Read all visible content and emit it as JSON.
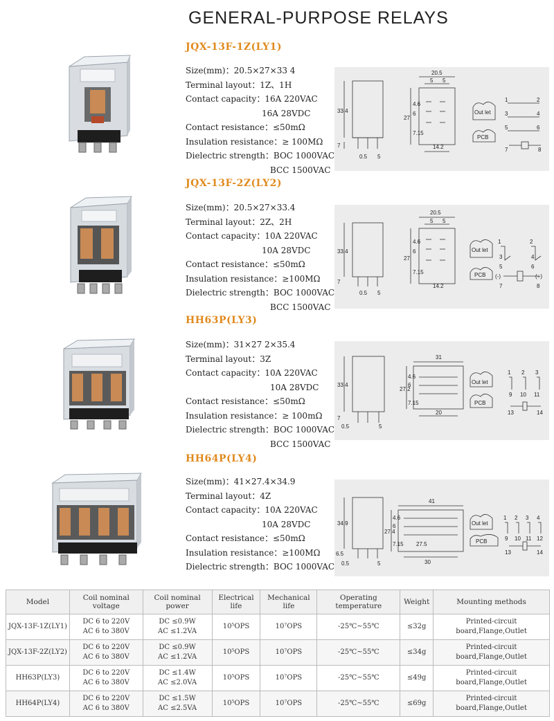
{
  "page_title": "GENERAL-PURPOSE RELAYS",
  "sections": [
    {
      "title": "JQX-13F-1Z(LY1)",
      "specs": [
        "Size(mm)：20.5×27×33 4",
        "Terminal layout：1Z、1H",
        "Contact capacity：16A 220VAC",
        "16A 28VDC",
        "Contact resistance：≤50mΩ",
        "Insulation resistance：≥ 100MΩ",
        "Dielectric strength：BOC 1000VAC",
        "BCC 1500VAC"
      ],
      "dims": {
        "width": "20.5",
        "pitch_a": "5",
        "pitch_b": "5",
        "height": "33.4",
        "side": "27",
        "pin": "7",
        "a": "7.15",
        "b": "6",
        "c": "4.6",
        "d": "14.2",
        "e": "0.5",
        "f": "5"
      },
      "pins": [
        "1",
        "2",
        "3",
        "4",
        "5",
        "6",
        "7",
        "8"
      ]
    },
    {
      "title": "JQX-13F-2Z(LY2)",
      "specs": [
        "Size(mm)：20.5×27×33.4",
        "Terminal layout：2Z、2H",
        "Contact capacity：10A 220VAC",
        "10A 28VDC",
        "Contact resistance：≤50mΩ",
        "Insulation resistance：≥100MΩ",
        "Dielectric strength：BOC 1000VAC",
        "BCC 1500VAC"
      ],
      "dims": {
        "width": "20.5",
        "pitch_a": "5",
        "pitch_b": "5",
        "height": "33.4",
        "side": "27",
        "pin": "7",
        "a": "7.15",
        "b": "6",
        "c": "4.6",
        "d": "14.2",
        "e": "0.5",
        "f": "5"
      },
      "pins": [
        "1",
        "2",
        "3",
        "4",
        "5",
        "6",
        "(-)",
        "(+)",
        "7",
        "8"
      ]
    },
    {
      "title": "HH63P(LY3)",
      "specs": [
        "Size(mm)：31×27 2×35.4",
        "Terminal layout：3Z",
        "Contact capacity：10A  220VAC",
        "10A  28VDC",
        "Contact resistance：≤50mΩ",
        "Insulation resistance：≥ 100mΩ",
        "Dielectric strength：BOC 1000VAC",
        "BCC 1500VAC"
      ],
      "dims": {
        "width": "31",
        "height": "33.4",
        "side": "27.2",
        "pin": "7",
        "a": "7.15",
        "b": "6",
        "c": "4.6",
        "d": "20",
        "e": "0.5",
        "f": "5"
      },
      "pins": [
        "1",
        "2",
        "3",
        "9",
        "10",
        "11",
        "13",
        "14"
      ]
    },
    {
      "title": "HH64P(LY4)",
      "specs": [
        "Size(mm)：41×27.4×34.9",
        "Terminal layout：4Z",
        "Contact capacity：10A 220VAC",
        "10A 28VDC",
        "Contact  resistance：≤50mΩ",
        "Insulation resistance：≥100MΩ",
        "Dielectric strength：BOC 1000VAC"
      ],
      "dims": {
        "width": "41",
        "height": "34.9",
        "side": "27.4",
        "pin": "6.5",
        "a": "7.15",
        "b": "6",
        "c": "4.6",
        "d": "30",
        "g": "27.5",
        "e": "0.5",
        "f": "5"
      },
      "pins": [
        "1",
        "2",
        "3",
        "4",
        "9",
        "10",
        "11",
        "12",
        "13",
        "14"
      ]
    }
  ],
  "diagram_labels": {
    "outlet": "Out let",
    "pcb": "PCB"
  },
  "table": {
    "headers": [
      "Model",
      "Coil nominal voltage",
      "Coil nominal power",
      "Electrical life",
      "Mechanical life",
      "Operating temperature",
      "Weight",
      "Mounting methods"
    ],
    "rows": [
      {
        "model": "JQX-13F-1Z(LY1)",
        "voltage": [
          "DC 6 to 220V",
          "AC 6 to 380V"
        ],
        "power": [
          "DC ≤0.9W",
          "AC ≤1.2VA"
        ],
        "elec": "10⁵OPS",
        "mech": "10⁷OPS",
        "temp": "-25℃~55℃",
        "weight": "≤32g",
        "mount": "Printed-circuit board,Flange,Outlet"
      },
      {
        "model": "JQX-13F-2Z(LY2)",
        "voltage": [
          "DC 6 to 220V",
          "AC 6 to 380V"
        ],
        "power": [
          "DC ≤0.9W",
          "AC ≤1.2VA"
        ],
        "elec": "10⁵OPS",
        "mech": "10⁷OPS",
        "temp": "-25℃~55℃",
        "weight": "≤34g",
        "mount": "Printed-circuit board,Flange,Outlet"
      },
      {
        "model": "HH63P(LY3)",
        "voltage": [
          "DC 6 to 220V",
          "AC 6 to 380V"
        ],
        "power": [
          "DC ≤1.4W",
          "AC ≤2.0VA"
        ],
        "elec": "10⁵OPS",
        "mech": "10⁷OPS",
        "temp": "-25℃~55℃",
        "weight": "≤49g",
        "mount": "Printed-circuit board,Flange,Outlet"
      },
      {
        "model": "HH64P(LY4)",
        "voltage": [
          "DC 6 to 220V",
          "AC 6 to 380V"
        ],
        "power": [
          "DC ≤1.5W",
          "AC ≤2.5VA"
        ],
        "elec": "10⁵OPS",
        "mech": "10⁷OPS",
        "temp": "-25℃~55℃",
        "weight": "≤69g",
        "mount": "Printed-circuit board,Flange,Outlet"
      }
    ]
  }
}
